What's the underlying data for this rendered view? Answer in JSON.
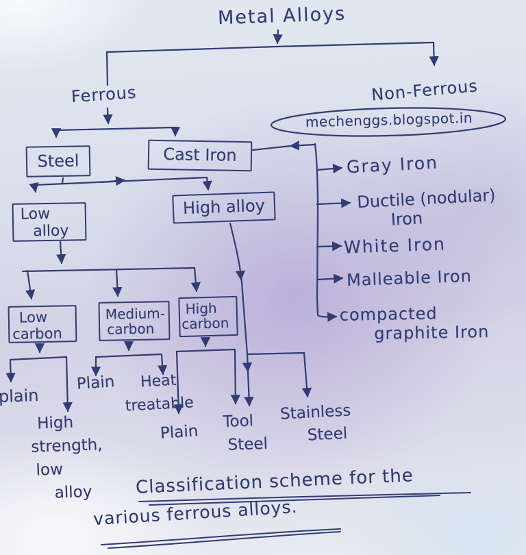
{
  "colors": {
    "ink": "#303c74",
    "paper": "#d9dcea",
    "purple_tint": "#b9aadc"
  },
  "diagram": {
    "title": "Metal Alloys",
    "watermark": "mechenggs.blogspot.in",
    "caption": {
      "line1": "Classification scheme for the",
      "line2": "various ferrous alloys."
    },
    "nodes": {
      "ferrous": "Ferrous",
      "non_ferrous": "Non-Ferrous",
      "steel": "Steel",
      "cast_iron": "Cast Iron",
      "low_alloy": {
        "l1": "Low",
        "l2": "alloy"
      },
      "high_alloy": "High alloy",
      "low_carbon": {
        "l1": "Low",
        "l2": "carbon"
      },
      "medium_carbon": {
        "l1": "Medium-",
        "l2": "carbon"
      },
      "high_carbon": {
        "l1": "High",
        "l2": "carbon"
      }
    },
    "cast_iron_types": [
      {
        "l1": "Gray Iron",
        "l2": ""
      },
      {
        "l1": "Ductile (nodular)",
        "l2": "Iron"
      },
      {
        "l1": "White Iron",
        "l2": ""
      },
      {
        "l1": "Malleable Iron",
        "l2": ""
      },
      {
        "l1": "compacted",
        "l2": "graphite Iron"
      }
    ],
    "steel_leaves": {
      "plain_low": "plain",
      "high_strength": {
        "l1": "High",
        "l2": "strength,",
        "l3": "low",
        "l4": "alloy"
      },
      "plain_medium": "Plain",
      "heat_treatable": {
        "l1": "Heat",
        "l2": "treatable"
      },
      "plain_high": "Plain",
      "tool_steel": {
        "l1": "Tool",
        "l2": "Steel"
      },
      "stainless_steel": {
        "l1": "Stainless",
        "l2": "Steel"
      }
    }
  }
}
